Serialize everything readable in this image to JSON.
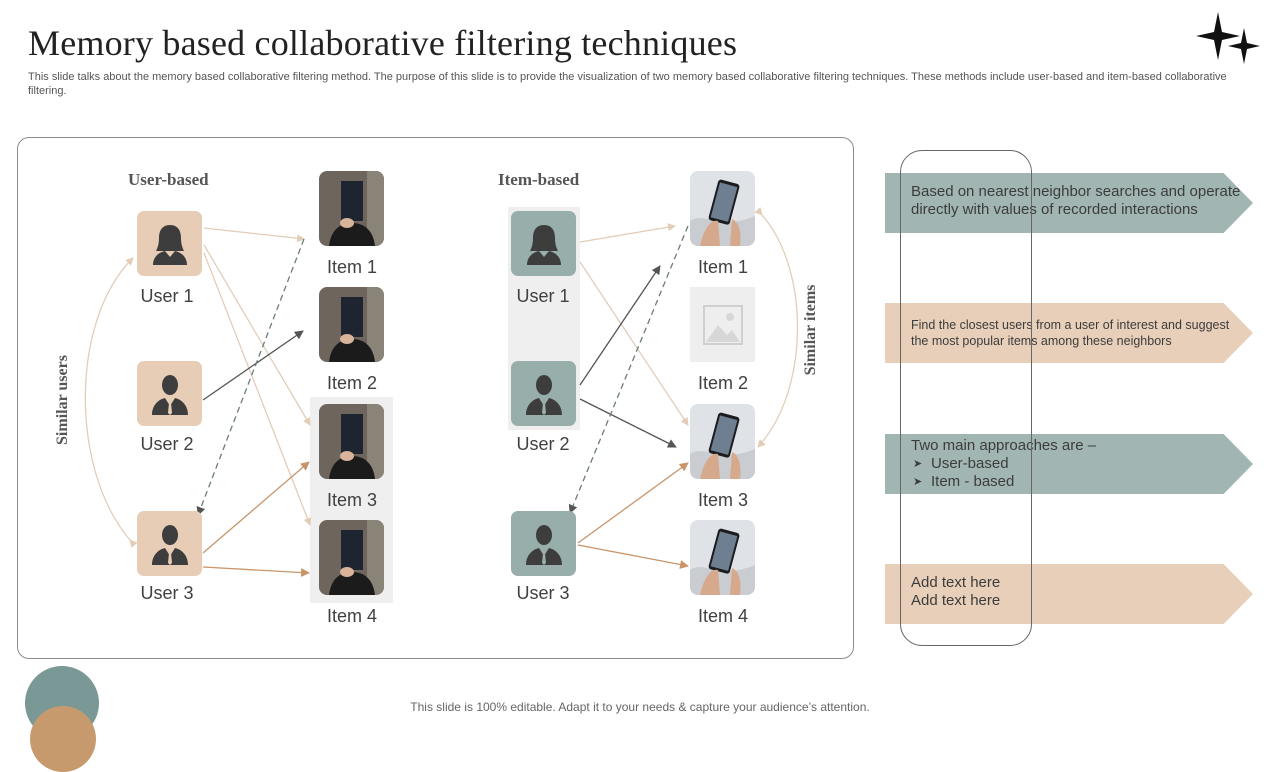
{
  "header": {
    "title": "Memory based collaborative filtering techniques",
    "subtitle": "This slide talks about the memory based collaborative filtering method. The purpose of this slide is to provide the visualization of two memory based collaborative filtering techniques. These methods include user-based and item-based collaborative filtering."
  },
  "diagram": {
    "user_based": {
      "heading": "User-based",
      "side_label": "Similar users",
      "users": [
        "User 1",
        "User 2",
        "User 3"
      ],
      "items": [
        "Item 1",
        "Item 2",
        "Item 3",
        "Item 4"
      ]
    },
    "item_based": {
      "heading": "Item-based",
      "side_label": "Similar items",
      "users": [
        "User 1",
        "User 2",
        "User 3"
      ],
      "items": [
        "Item 1",
        "Item 2",
        "Item 3",
        "Item 4"
      ]
    }
  },
  "callouts": {
    "box1": "Based on nearest neighbor searches and operate directly with values of recorded interactions",
    "box2": "Find the closest users from a user of interest and suggest the most popular items among these neighbors",
    "box3_title": "Two main approaches are –",
    "box3_items": [
      "User-based",
      "Item - based"
    ],
    "box4_line1": "Add text here",
    "box4_line2": "Add text here"
  },
  "footer": {
    "note": "This slide is 100% editable. Adapt it to your needs & capture your audience’s attention."
  },
  "colors": {
    "tan": "#e7cdb5",
    "teal": "#97aeaa",
    "arrow_brown": "#c8956a",
    "arrow_dark": "#555555"
  }
}
